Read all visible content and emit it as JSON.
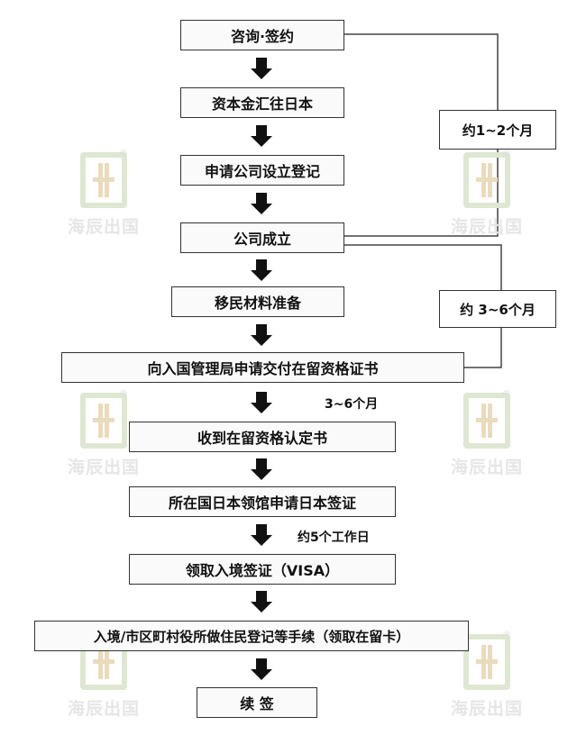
{
  "steps": [
    "咨询·签约",
    "资本金汇往日本",
    "申请公司设立登记",
    "公司成立",
    "移民材料准备",
    "向入国管理局申请交付在留资格证书",
    "收到在留资格认定书",
    "所在国日本领馆申请日本签证",
    "领取入境签证（VISA）",
    "入境/市区町村役所做住民登记等手续（领取在留卡）",
    "续 签"
  ],
  "durations": {
    "bracket1": "约1~2个月",
    "bracket2": "约 3~6个月",
    "label1": "3~6个月",
    "label2": "约5个工作日"
  },
  "watermark": {
    "text": "海辰出国",
    "mark": "®"
  }
}
